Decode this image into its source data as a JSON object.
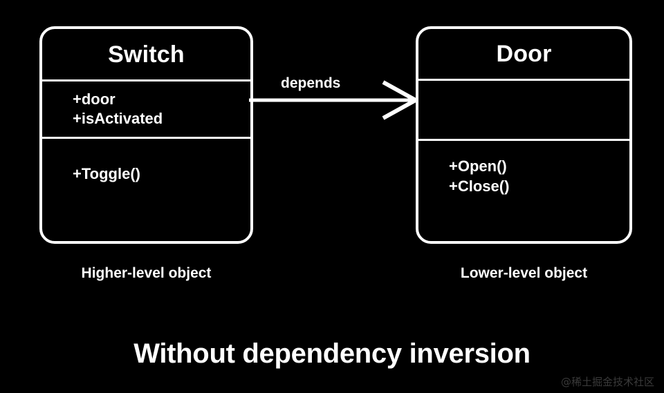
{
  "diagram": {
    "type": "uml-class-diagram",
    "background_color": "#000000",
    "stroke_color": "#ffffff",
    "classes": [
      {
        "name": "Switch",
        "attributes": "+door\n+isActivated",
        "methods": "+Toggle()",
        "role_caption": "Higher-level object"
      },
      {
        "name": "Door",
        "attributes": "",
        "methods": "+Open()\n+Close()",
        "role_caption": "Lower-level object"
      }
    ],
    "relationship": {
      "label": "depends",
      "from": "Switch",
      "to": "Door",
      "arrow_style": "open-arrowhead",
      "icon": "right-arrow-icon"
    }
  },
  "caption": {
    "text": "Without dependency inversion"
  },
  "watermark": {
    "text": "@稀土掘金技术社区",
    "color": "#3a3a3a"
  }
}
